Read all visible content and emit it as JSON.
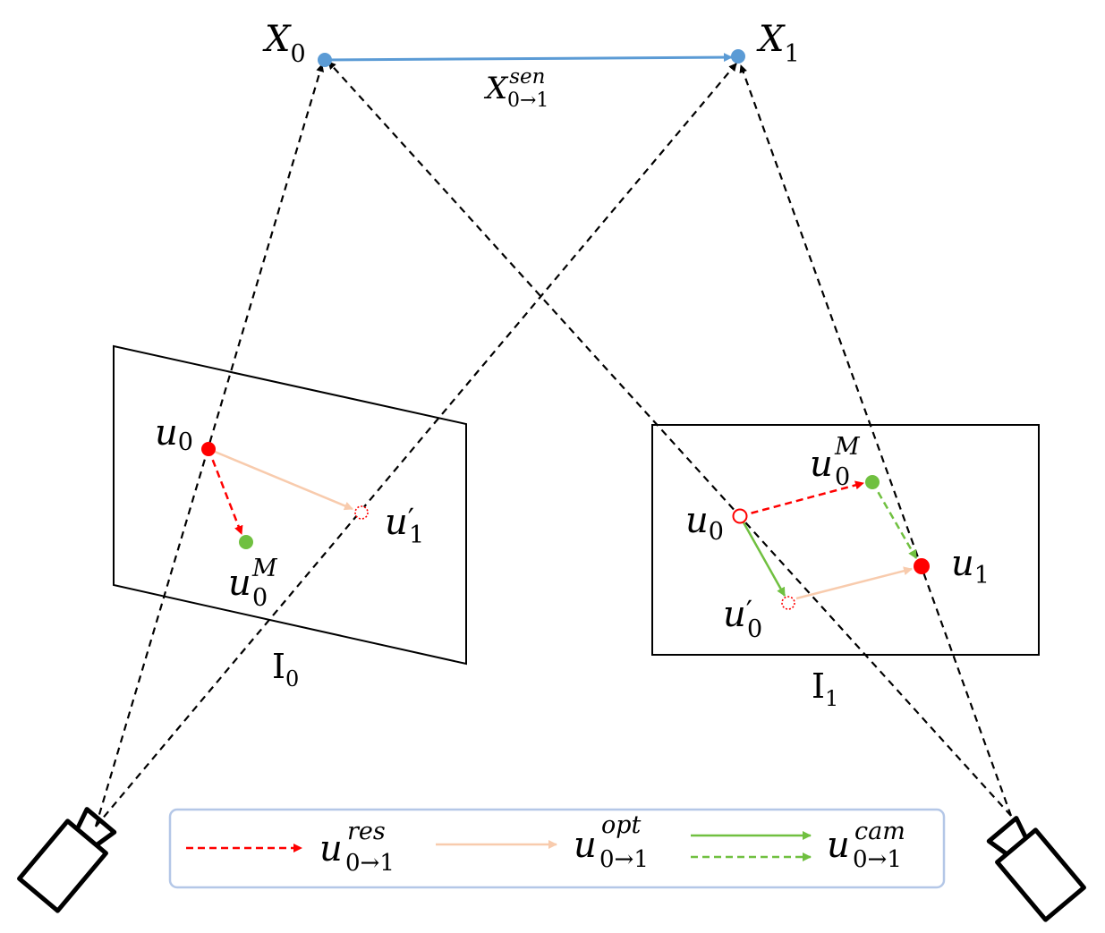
{
  "points": {
    "X0": {
      "base": "X",
      "sub": "0"
    },
    "X1": {
      "base": "X",
      "sub": "1"
    },
    "sensor_flow": {
      "base": "X",
      "sub": "0→1",
      "sup": "sen"
    }
  },
  "image0": {
    "name": {
      "base": "I",
      "sub": "0"
    },
    "u0": {
      "base": "u",
      "sub": "0"
    },
    "u1_prime": {
      "base": "u",
      "sub": "1",
      "prime": "′"
    },
    "u0M": {
      "base": "u",
      "sub": "0",
      "sup": "M"
    }
  },
  "image1": {
    "name": {
      "base": "I",
      "sub": "1"
    },
    "u0": {
      "base": "u",
      "sub": "0"
    },
    "u0M": {
      "base": "u",
      "sub": "0",
      "sup": "M"
    },
    "u0_prime": {
      "base": "u",
      "sub": "0",
      "prime": "′"
    },
    "u1": {
      "base": "u",
      "sub": "1"
    }
  },
  "legend": {
    "res": {
      "base": "u",
      "sub": "0→1",
      "sup": "res"
    },
    "opt": {
      "base": "u",
      "sub": "0→1",
      "sup": "opt"
    },
    "cam": {
      "base": "u",
      "sub": "0→1",
      "sup": "cam"
    }
  },
  "colors": {
    "world_point": "#5b9bd5",
    "residual": "#ff0000",
    "optical": "#f8cbad",
    "camera": "#70c040",
    "legend_border": "#b4c7e7"
  },
  "icons": {
    "camera_left": "camera-icon",
    "camera_right": "camera-icon"
  }
}
